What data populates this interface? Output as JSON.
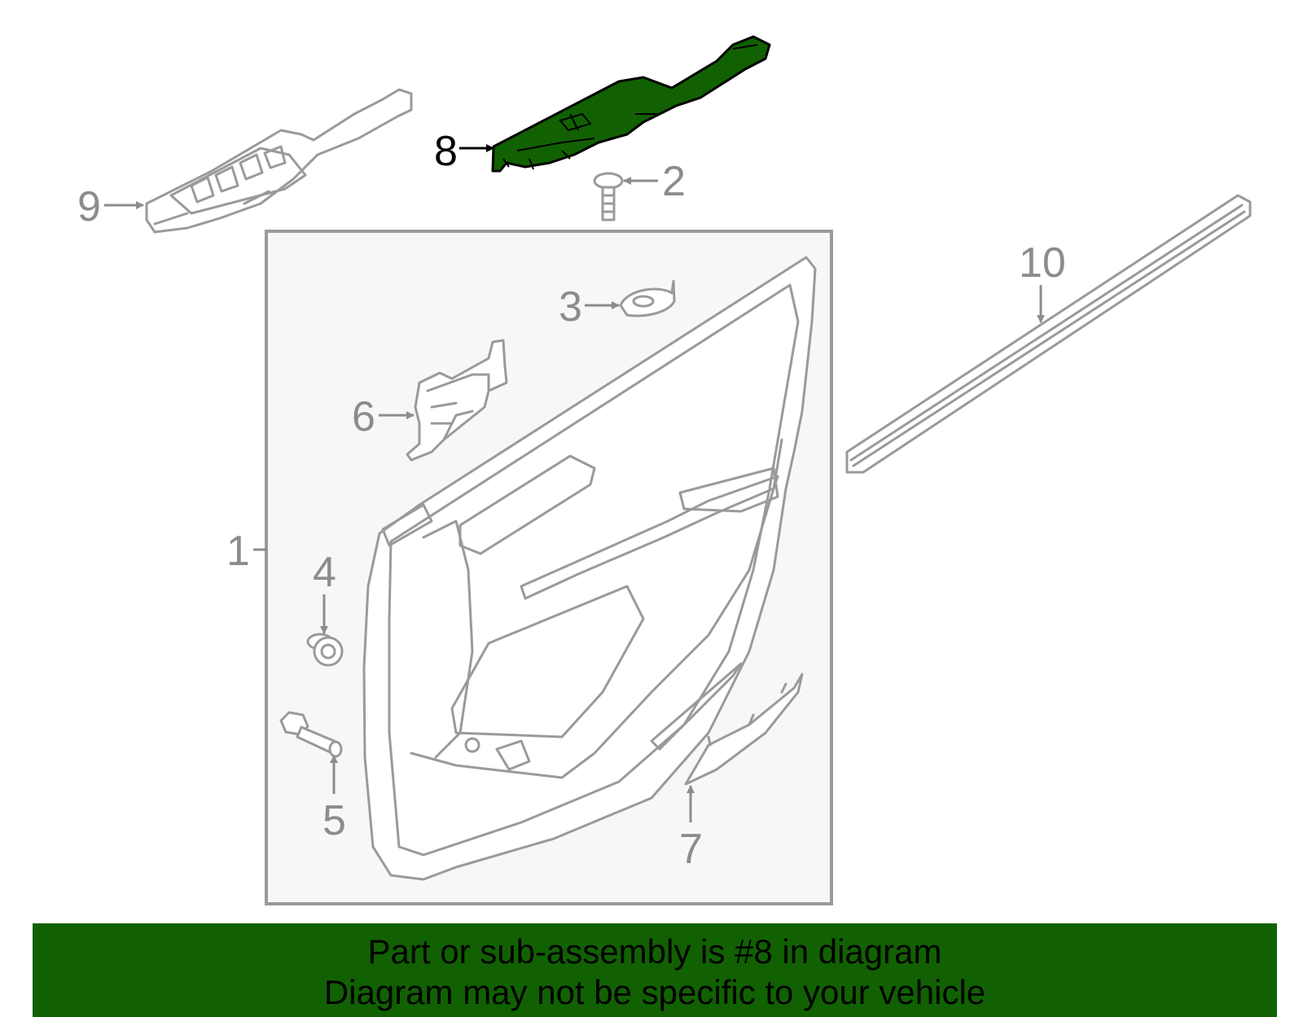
{
  "diagram": {
    "highlight_color": "#116102",
    "highlighted_part": "8",
    "callouts": [
      "1",
      "2",
      "3",
      "4",
      "5",
      "6",
      "7",
      "8",
      "9",
      "10"
    ]
  },
  "banner": {
    "line1": "Part or sub-assembly is #8 in diagram",
    "line2": "Diagram may not be specific to your vehicle",
    "background": "#116102"
  }
}
